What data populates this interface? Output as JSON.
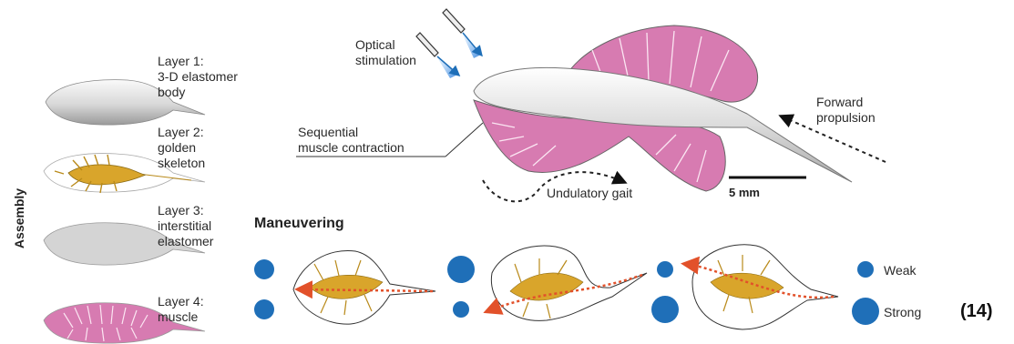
{
  "assembly_label": "Assembly",
  "layers": [
    {
      "text": "Layer 1:\n3-D elastomer\nbody"
    },
    {
      "text": "Layer 2:\ngolden\nskeleton"
    },
    {
      "text": "Layer 3:\ninterstitial\nelastomer"
    },
    {
      "text": "Layer 4:\nmuscle"
    }
  ],
  "annotations": {
    "optical": "Optical\nstimulation",
    "sequential": "Sequential\nmuscle contraction",
    "forward": "Forward\npropulsion",
    "undulatory": "Undulatory gait",
    "scale": "5 mm"
  },
  "maneuvering": {
    "title": "Maneuvering",
    "legend": {
      "weak": "Weak",
      "strong": "Strong"
    }
  },
  "figure_number": "(14)",
  "colors": {
    "muscle_pink": "#d77bb1",
    "skeleton_gold": "#d9a52b",
    "dot_blue": "#1f6fb8",
    "arrow_red": "#e2512a",
    "body_gray": "#d4d4d4"
  }
}
